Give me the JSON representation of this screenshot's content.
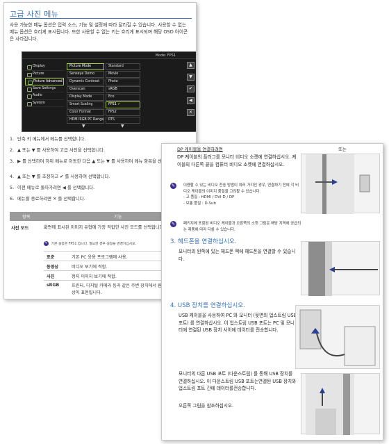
{
  "back_page": {
    "title": "고급 사진 메뉴",
    "intro": "사용 가능한 메뉴 옵션은 입력 소스, 기능 및 설정에 따라 달라질 수 있습니다. 사용할 수 없는 메뉴 옵션은 흐리게 표시됩니다. 또한 사용할 수 없는 키는 흐리게 표시되며 해당 OSD 아이콘은 사라집니다.",
    "osd": {
      "mode_label": "Mode: FPS1",
      "main_menu": [
        "Display",
        "Picture",
        "Picture Advanced",
        "Save Settings",
        "Audio",
        "System"
      ],
      "sub_menu": [
        "Picture Mode",
        "Senseye Demo",
        "Dynamic Contrast",
        "Overscan",
        "Display Mode",
        "Smart Scaling",
        "Color Format",
        "HDMI RGB PC Range"
      ],
      "options": [
        "Standard",
        "Movie",
        "Photo",
        "sRGB",
        "Eco",
        "FPS1",
        "FPS2",
        "RTS"
      ],
      "selected_option": "FPS1",
      "keys": [
        "▲",
        "▼",
        "✔",
        "◀",
        "✕"
      ]
    },
    "steps": [
      {
        "num": "1.",
        "text": "단축 키 메뉴에서 메뉴를 선택합니다."
      },
      {
        "num": "2.",
        "text": "▲ 또는 ▼ 를 사용하여 고급 사진을 선택합니다."
      },
      {
        "num": "3.",
        "text": "▶ 를 선택하여 하위 메뉴로 이동한 다음 ▲ 또는 ▼ 를 사용하여 메뉴 항목을 선택합니다."
      },
      {
        "num": "4.",
        "text": "▲ 또는 ▼ 를 조정하고 ✔ 를 사용하여 선택합니다."
      },
      {
        "num": "5.",
        "text": "이전 메뉴로 돌아가려면 ◀ 를 선택합니다."
      },
      {
        "num": "6.",
        "text": "메뉴를 종료하려면 ✕ 를 선택합니다."
      }
    ],
    "table": {
      "headers": [
        "항목",
        "기능"
      ],
      "row_label": "사진 모드",
      "row_desc": "화면에 표시된 이미지 유형에 가장 적합한 사진 모드를 선택합니다.",
      "note": "기본 설정은 FPS1 입니다. 필요한 경우 설정을 변경하십시오.",
      "subrows": [
        {
          "k": "표준",
          "v": "기본 PC 응용 프로그램에 사용."
        },
        {
          "k": "동영상",
          "v": "비디오 보기에 적합."
        },
        {
          "k": "사진",
          "v": "정지 이미지 보기에 적합."
        },
        {
          "k": "sRGB",
          "v": "프린터, 디지털 카메라 등과 같은 주변 장치에서 원본에 더 가까운 색상이 표현됩니다."
        }
      ]
    }
  },
  "front_page": {
    "dp_heading": "DP 케이블을 연결하려면",
    "or_label": "또는",
    "dp_text": "DP 케이블의 플러그를 모니터 비디오 소켓에 연결하십시오. 케이블의 다른쪽 끝을 컴퓨터 비디오 소켓에 연결하십시오.",
    "note1": "이용할 수 있는 비디오 전송 방법이 여러 가지인 경우, 연결하기 전에 각 비디오 케이블의 이미지 품질을 고려할 수 있습니다.\n- 고 품질 : HDMI / DVI-D / DP\n- 보통 품질 : D-Sub",
    "note2": "패키지에 포함된 비디오 케이블과 오른쪽의 소켓 그림은 해당 지역에 공급되는 제품에 따라 다를 수 있습니다.",
    "section3_title": "3. 헤드폰을 연결하십시오.",
    "section3_body": "모니터의 왼쪽에 있는 헤드폰 잭에 헤드폰을 연결할 수 있습니다.",
    "section4_title": "4. USB 장치를 연결하십시오.",
    "section4_body": "USB 케이블을 사용하여 PC 와 모니터 (뒷면의 업스트림 USB 포트) 를 연결하십시오. 이 업스트림 USB 포트는 PC 및 모니터에 연결된 USB 장치 사이에 데이터를 전송합니다.",
    "section4_body2": "모니터의 다른 USB 포트 (다운스트림) 를 통해 USB 장치를 연결하십시오. 이 다운스트림 USB 포트는연결된 USB 장치와 업스트림 포트 간에 데이터를전송합니다.",
    "section4_body3": "오른쪽 그림을 참조하십시오."
  }
}
